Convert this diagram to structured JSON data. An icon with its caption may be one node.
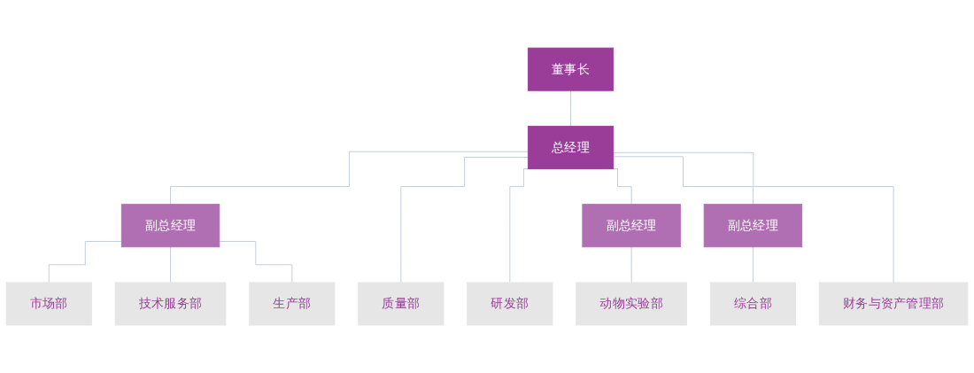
{
  "diagram": {
    "nodes": [
      {
        "text": [
          "董事长"
        ]
      },
      {
        "text": [
          "总经理"
        ]
      },
      {
        "text": [
          "副总经理"
        ]
      },
      {
        "text": [
          "副总经理"
        ]
      },
      {
        "text": [
          "副总经理"
        ]
      },
      {
        "text": [
          "市场部"
        ]
      },
      {
        "text": [
          "技术服务部"
        ]
      },
      {
        "text": [
          "生产部"
        ]
      },
      {
        "text": [
          "质量部"
        ]
      },
      {
        "text": [
          "研发部"
        ]
      },
      {
        "text": [
          "动物实验部"
        ]
      },
      {
        "text": [
          "综合部"
        ]
      },
      {
        "text": [
          "财务与资产管理部"
        ]
      }
    ],
    "edges": [
      {
        "from": 0,
        "to": 1,
        "arrow": "none"
      },
      {
        "from": 1,
        "to": 2,
        "arrow": "none"
      },
      {
        "from": 1,
        "to": 8,
        "arrow": "none"
      },
      {
        "from": 1,
        "to": 9,
        "arrow": "none"
      },
      {
        "from": 1,
        "to": 3,
        "arrow": "none"
      },
      {
        "from": 1,
        "to": 4,
        "arrow": "none"
      },
      {
        "from": 1,
        "to": 12,
        "arrow": "none"
      },
      {
        "from": 2,
        "to": 5,
        "arrow": "none"
      },
      {
        "from": 2,
        "to": 6,
        "arrow": "none"
      },
      {
        "from": 2,
        "to": 7,
        "arrow": "none"
      },
      {
        "from": 3,
        "to": 10,
        "arrow": "none"
      },
      {
        "from": 4,
        "to": 11,
        "arrow": "none"
      }
    ]
  }
}
